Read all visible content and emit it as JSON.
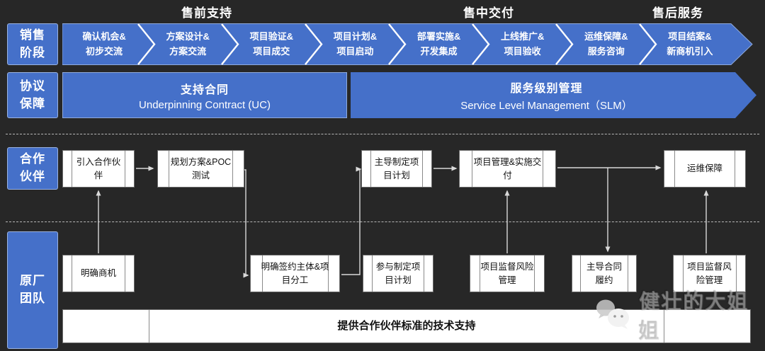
{
  "colors": {
    "background": "#272727",
    "primary_blue": "#4570C9",
    "blue_border": "#8FAADC",
    "box_white": "#FFFFFF",
    "connector_gray": "#D9D9D9"
  },
  "phase_titles": [
    {
      "label": "售前支持"
    },
    {
      "label": "售中交付"
    },
    {
      "label": "售后服务"
    }
  ],
  "lane_labels": {
    "sales_stage": "销售\n阶段",
    "agreement": "协议\n保障",
    "partner": "合作\n伙伴",
    "vendor": "原厂\n团队"
  },
  "sales_stages": [
    {
      "label": "确认机会&\n初步交流"
    },
    {
      "label": "方案设计&\n方案交流"
    },
    {
      "label": "项目验证&\n项目成交"
    },
    {
      "label": "项目计划&\n项目启动"
    },
    {
      "label": "部署实施&\n开发集成"
    },
    {
      "label": "上线推广&\n项目验收"
    },
    {
      "label": "运维保障&\n服务咨询"
    },
    {
      "label": "项目结案&\n新商机引入"
    }
  ],
  "agreement": {
    "uc": {
      "title": "支持合同",
      "subtitle": "Underpinning Contract (UC)"
    },
    "slm": {
      "title": "服务级别管理",
      "subtitle": "Service Level Management（SLM）"
    }
  },
  "partner_boxes": [
    {
      "label": "引入合作伙伴"
    },
    {
      "label": "规划方案&POC测试"
    },
    {
      "label": "主导制定项目计划"
    },
    {
      "label": "项目管理&实施交付"
    },
    {
      "label": "运维保障"
    }
  ],
  "vendor_boxes": [
    {
      "label": "明确商机"
    },
    {
      "label": "明确签约主体&项目分工"
    },
    {
      "label": "参与制定项目计划"
    },
    {
      "label": "项目监督风险管理"
    },
    {
      "label": "主导合同履约"
    },
    {
      "label": "项目监督风险管理"
    }
  ],
  "support_bar": {
    "label": "提供合作伙伴标准的技术支持"
  },
  "watermark": {
    "text": "健壮的大姐姐",
    "icon": "wechat-icon"
  }
}
